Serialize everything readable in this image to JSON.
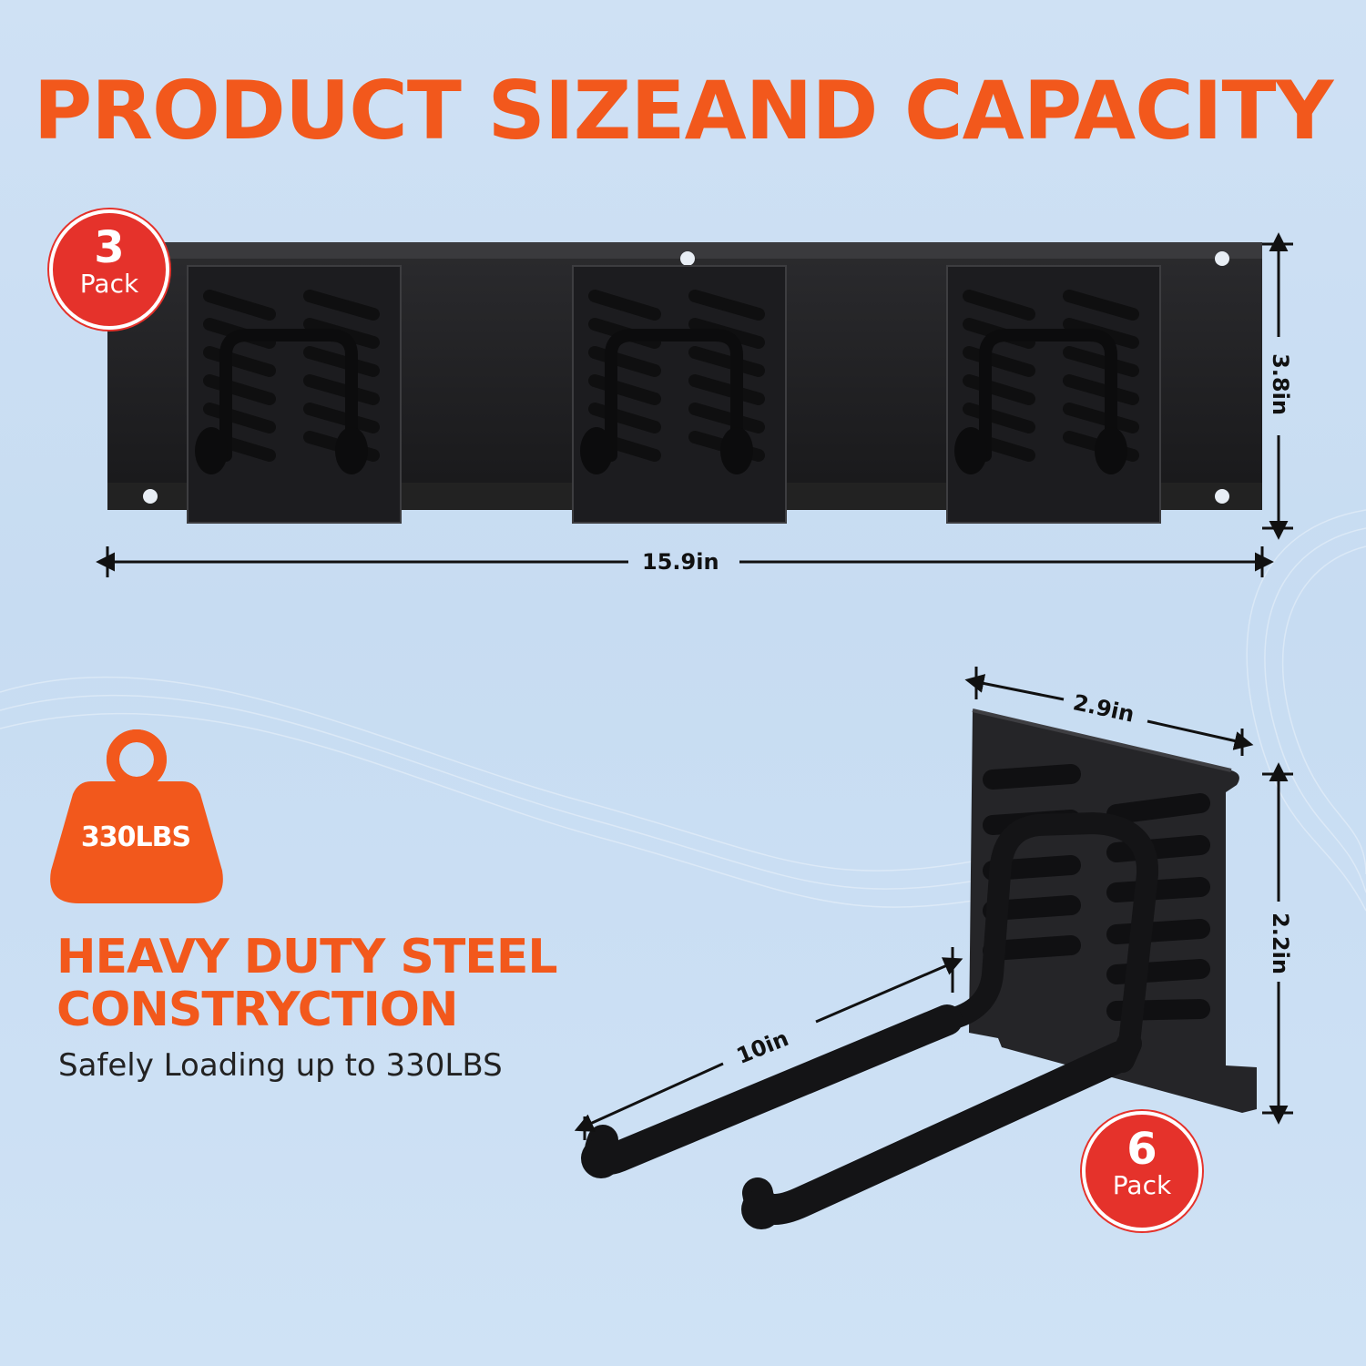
{
  "headline": "PRODUCT SIZEAND CAPACITY",
  "colors": {
    "accent": "#f2581c",
    "badge": "#e5322b",
    "product": "#1f1f22",
    "background": "#cfe1f4"
  },
  "rail": {
    "badge": {
      "number": "3",
      "word": "Pack"
    },
    "width_label": "15.9in",
    "height_label": "3.8in"
  },
  "hook": {
    "badge": {
      "number": "6",
      "word": "Pack"
    },
    "width_label": "2.9in",
    "height_label": "2.2in",
    "length_label": "10in"
  },
  "capacity": {
    "icon": "weight-icon",
    "weight_label": "330LBS",
    "title_line1": "HEAVY DUTY STEEL",
    "title_line2": "CONSTRYCTION",
    "subtitle": "Safely Loading up to 330LBS"
  }
}
